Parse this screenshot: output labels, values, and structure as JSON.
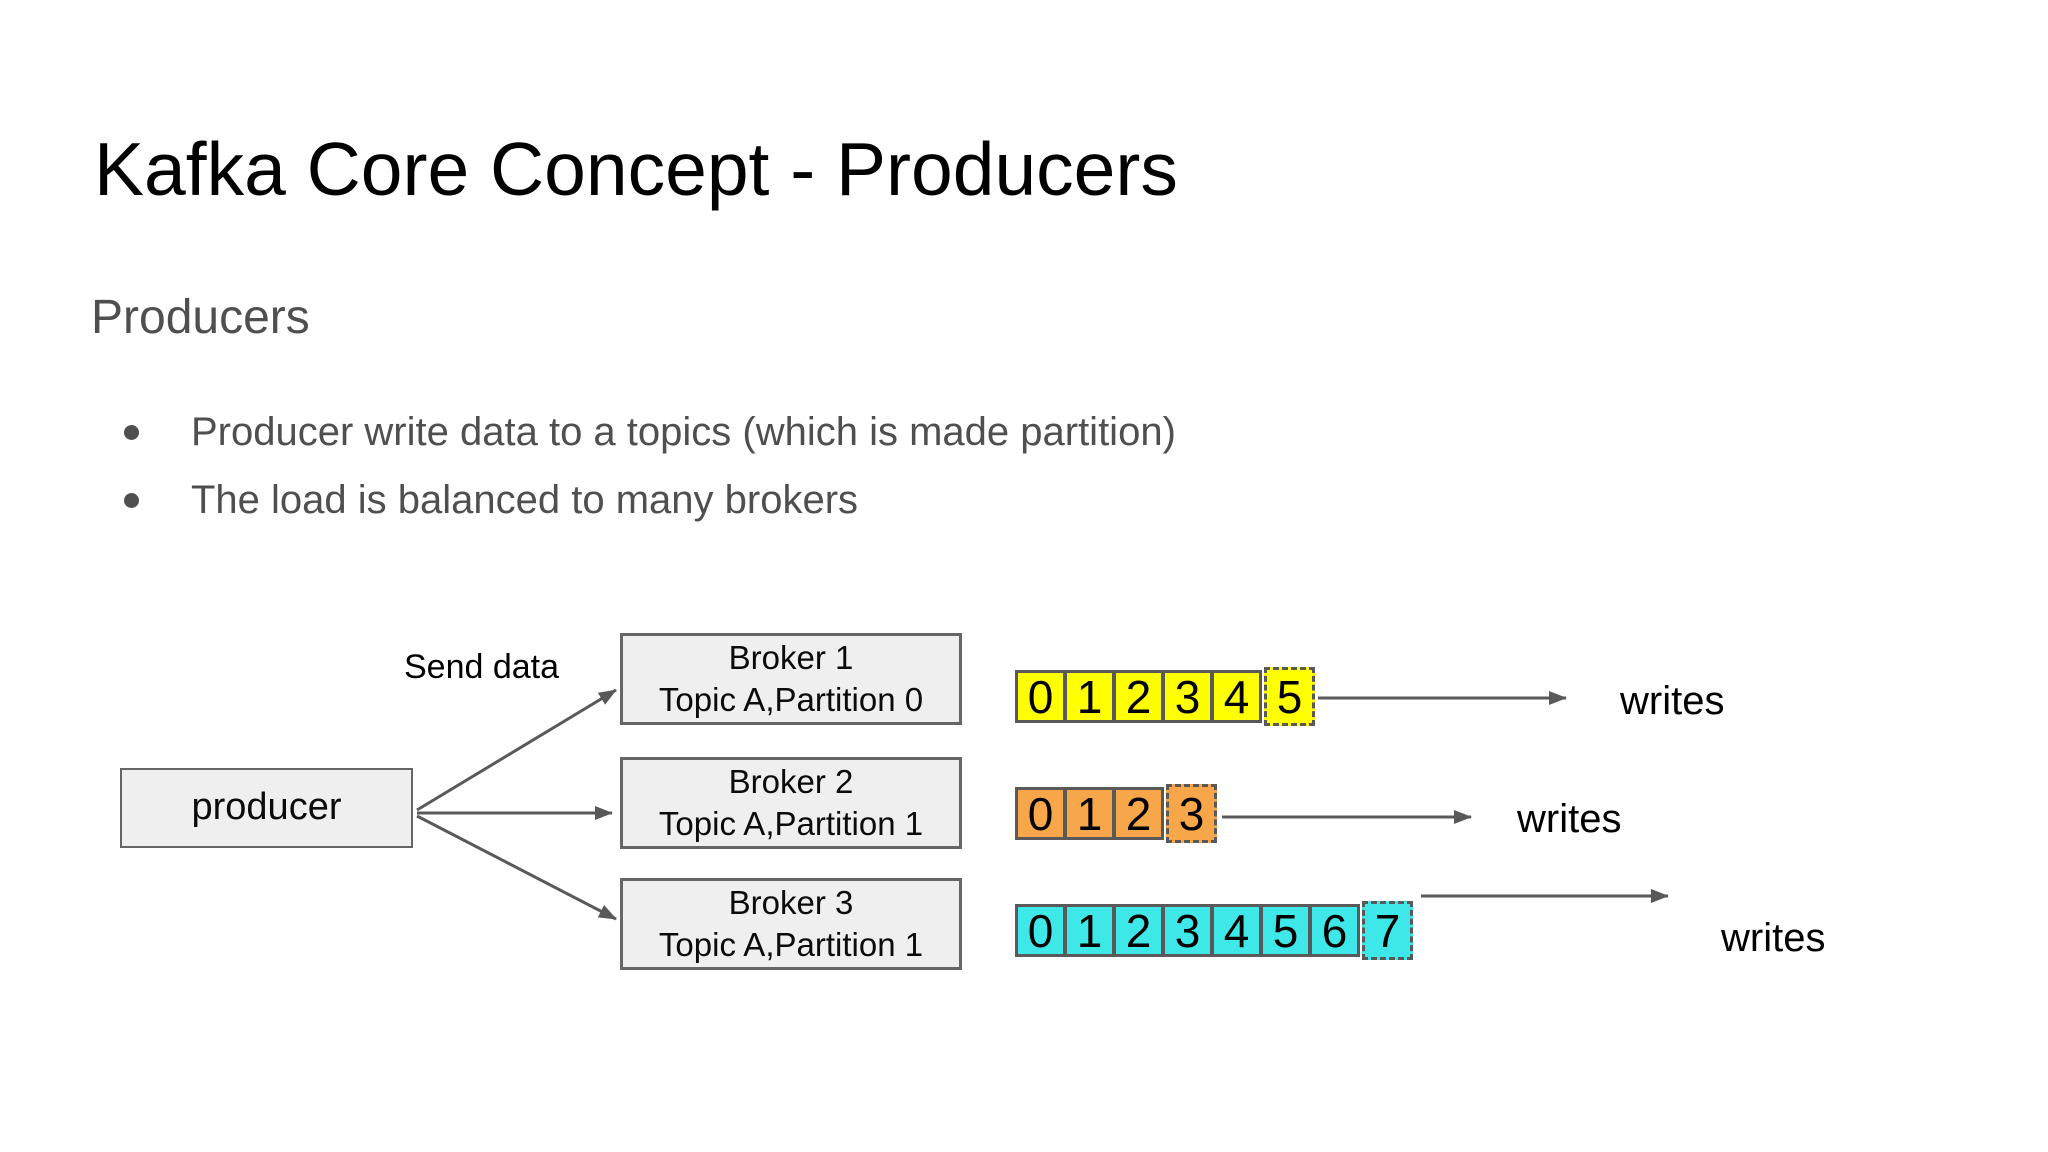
{
  "title": "Kafka Core Concept - Producers",
  "subtitle": "Producers",
  "bullets": [
    "Producer write data to a topics (which is made partition)",
    "The load is balanced to many brokers"
  ],
  "diagram": {
    "send_data_label": "Send data",
    "producer_label": "producer",
    "brokers": [
      {
        "line1": "Broker 1",
        "line2": "Topic A,Partition 0"
      },
      {
        "line1": "Broker 2",
        "line2": "Topic A,Partition 1"
      },
      {
        "line1": "Broker 3",
        "line2": "Topic A,Partition 1"
      }
    ],
    "partitions": [
      {
        "broker": "Broker 1",
        "color": "#ffff00",
        "cells": [
          "0",
          "1",
          "2",
          "3",
          "4",
          "5"
        ],
        "last_cell_dashed": true
      },
      {
        "broker": "Broker 2",
        "color": "#f7a64a",
        "cells": [
          "0",
          "1",
          "2",
          "3"
        ],
        "last_cell_dashed": true
      },
      {
        "broker": "Broker 3",
        "color": "#3fe8e8",
        "cells": [
          "0",
          "1",
          "2",
          "3",
          "4",
          "5",
          "6",
          "7"
        ],
        "last_cell_dashed": true
      }
    ],
    "writes_labels": [
      "writes",
      "writes",
      "writes"
    ]
  },
  "colors": {
    "node_fill": "#efefef",
    "node_border": "#666666",
    "arrow": "#595959",
    "cell_border": "#595959",
    "partition_yellow": "#ffff00",
    "partition_orange": "#f7a64a",
    "partition_cyan": "#3fe8e8"
  }
}
